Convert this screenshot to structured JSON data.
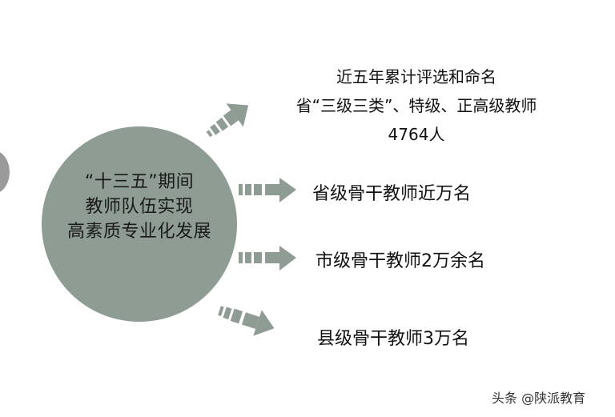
{
  "diagram": {
    "center": {
      "lines": [
        "“十三五”期间",
        "教师队伍实现",
        "高素质专业化发展"
      ],
      "fill_color": "#8e9c94"
    },
    "arrow_color": "#8e9c94",
    "branches": [
      {
        "lines": [
          "近五年累计评选和命名",
          "省“三级三类”、特级、正高级教师",
          "4764人"
        ],
        "arrow_direction": "up-right"
      },
      {
        "lines": [
          "省级骨干教师近万名"
        ],
        "arrow_direction": "right"
      },
      {
        "lines": [
          "市级骨干教师2万余名"
        ],
        "arrow_direction": "right"
      },
      {
        "lines": [
          "县级骨干教师3万名"
        ],
        "arrow_direction": "down-right"
      }
    ]
  },
  "watermark": "头条 @陕派教育"
}
